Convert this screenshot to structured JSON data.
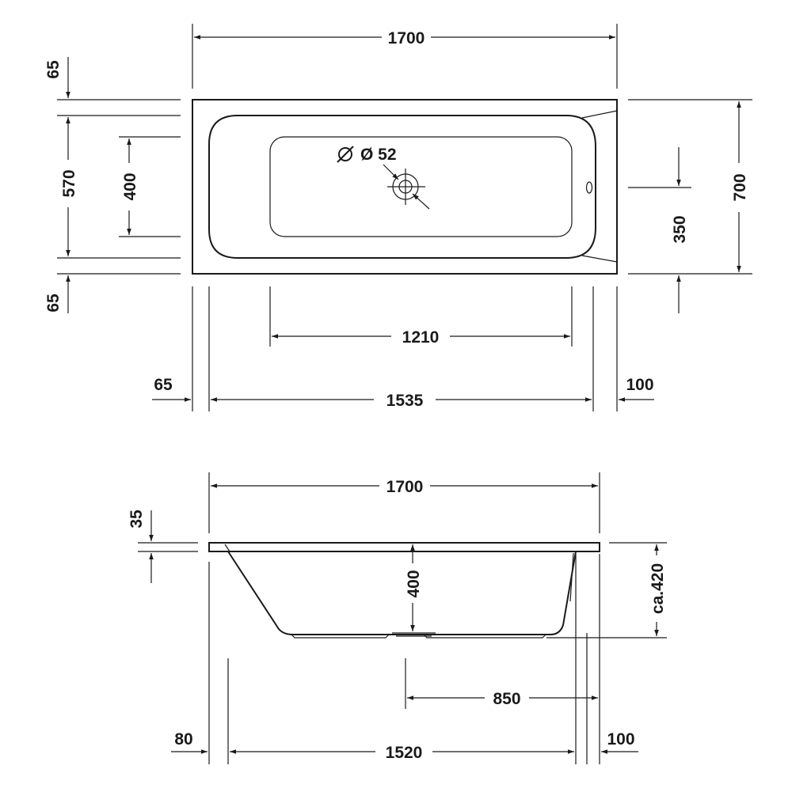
{
  "top_view": {
    "overall_length": "1700",
    "rim_top": "65",
    "inner_width": "570",
    "floor_width": "400",
    "rim_bottom": "65",
    "overall_width": "700",
    "drain_offset": "350",
    "drain_diameter": "Ø 52",
    "floor_length": "1210",
    "rim_left": "65",
    "inner_length": "1535",
    "rim_right": "100"
  },
  "side_view": {
    "overall_length": "1700",
    "rim_thickness": "35",
    "depth": "400",
    "total_height": "ca.420",
    "drain_position": "850",
    "left_offset": "80",
    "bottom_length": "1520",
    "right_offset": "100"
  }
}
